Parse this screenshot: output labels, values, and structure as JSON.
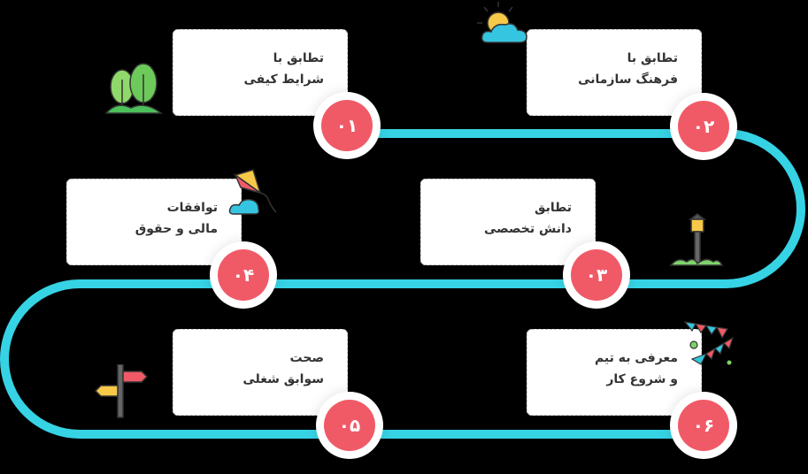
{
  "colors": {
    "road": "#36d3e5",
    "badge_red": "#f05a67",
    "card_bg": "#ffffff",
    "text": "#333333"
  },
  "steps": [
    {
      "number": "۰۱",
      "line1": "تطابق با",
      "line2": "شرایط کیفی",
      "icon": "trees-icon"
    },
    {
      "number": "۰۲",
      "line1": "تطابق با",
      "line2": "فرهنگ سازمانی",
      "icon": "sun-cloud-icon"
    },
    {
      "number": "۰۳",
      "line1": "تطابق",
      "line2": "دانش تخصصی",
      "icon": "street-lamp-icon"
    },
    {
      "number": "۰۴",
      "line1": "توافقات",
      "line2": "مالی و حقوق",
      "icon": "kite-icon"
    },
    {
      "number": "۰۵",
      "line1": "صحت",
      "line2": "سوابق شغلی",
      "icon": "signpost-icon"
    },
    {
      "number": "۰۶",
      "line1": "معرفی به تیم",
      "line2": "و شروع کار",
      "icon": "bunting-flags-icon"
    }
  ]
}
